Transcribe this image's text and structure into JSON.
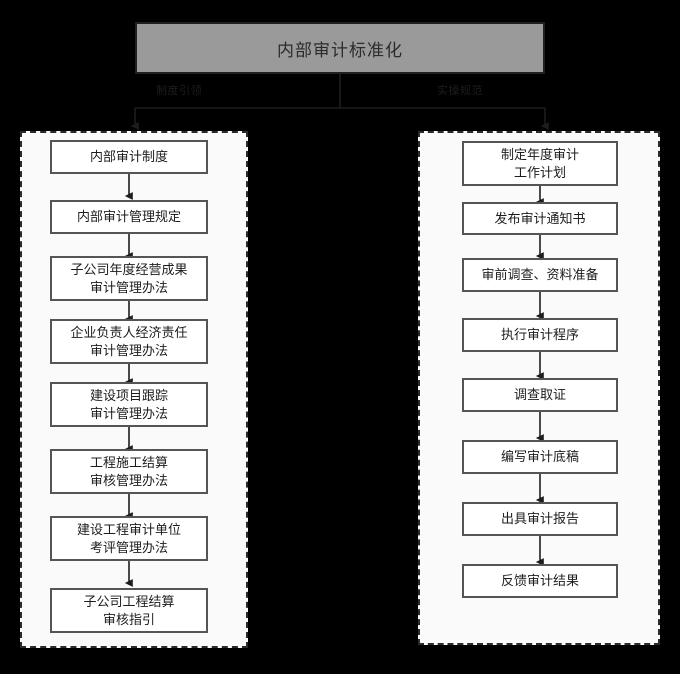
{
  "diagram": {
    "title": "内部审计标准化",
    "branches": [
      {
        "key": "left",
        "label": "制度引领"
      },
      {
        "key": "right",
        "label": "实操规范"
      }
    ],
    "colors": {
      "background": "#000000",
      "title_fill": "#9a9a9a",
      "title_border": "#202020",
      "group_fill": "#fafafa",
      "group_border": "#2a2a2a",
      "node_fill": "#ffffff",
      "node_border": "#555555",
      "connector": "#1d1d1d",
      "text": "#1c1c1c"
    },
    "left_column": {
      "nodes": [
        {
          "line1": "内部审计制度",
          "line2": ""
        },
        {
          "line1": "内部审计管理规定",
          "line2": ""
        },
        {
          "line1": "子公司年度经营成果",
          "line2": "审计管理办法"
        },
        {
          "line1": "企业负责人经济责任",
          "line2": "审计管理办法"
        },
        {
          "line1": "建设项目跟踪",
          "line2": "审计管理办法"
        },
        {
          "line1": "工程施工结算",
          "line2": "审核管理办法"
        },
        {
          "line1": "建设工程审计单位",
          "line2": "考评管理办法"
        },
        {
          "line1": "子公司工程结算",
          "line2": "审核指引"
        }
      ]
    },
    "right_column": {
      "nodes": [
        {
          "line1": "制定年度审计",
          "line2": "工作计划"
        },
        {
          "line1": "发布审计通知书",
          "line2": ""
        },
        {
          "line1": "审前调查、资料准备",
          "line2": ""
        },
        {
          "line1": "执行审计程序",
          "line2": ""
        },
        {
          "line1": "调查取证",
          "line2": ""
        },
        {
          "line1": "编写审计底稿",
          "line2": ""
        },
        {
          "line1": "出具审计报告",
          "line2": ""
        },
        {
          "line1": "反馈审计结果",
          "line2": ""
        }
      ]
    }
  }
}
